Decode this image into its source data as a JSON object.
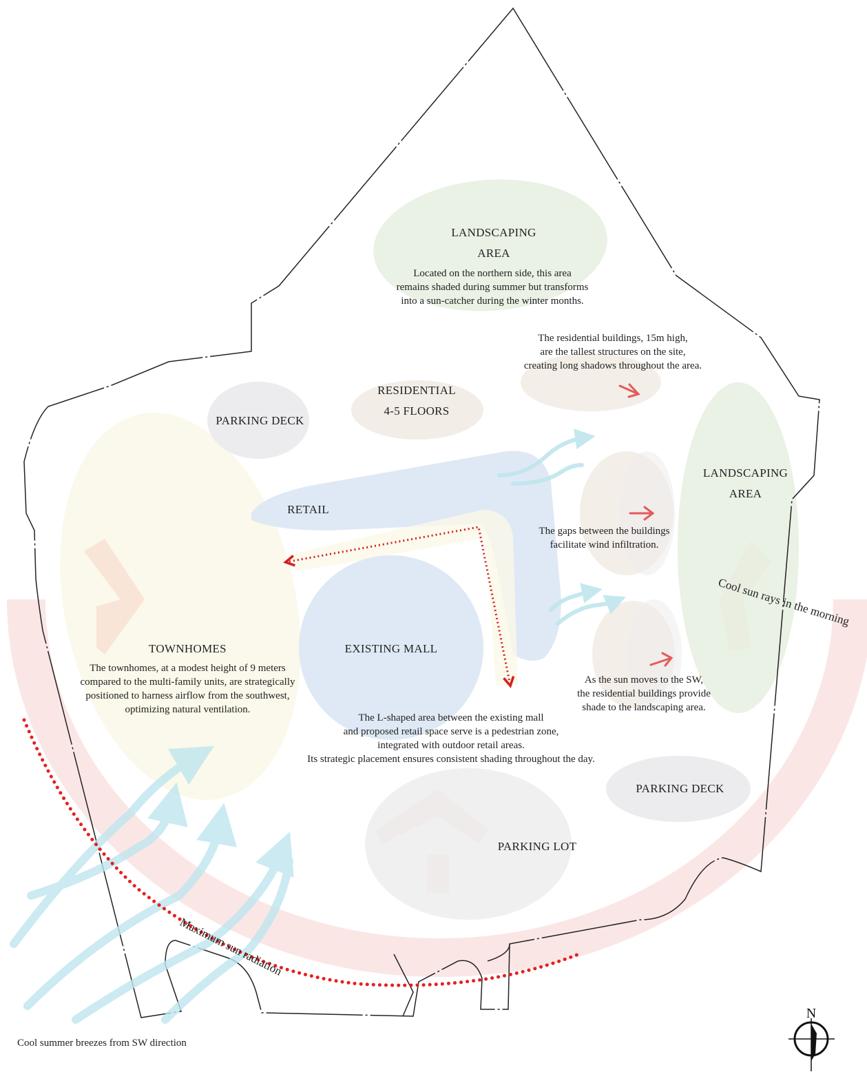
{
  "landscaping_north": {
    "title": [
      "LANDSCAPING",
      "AREA"
    ],
    "description": [
      "Located on the northern side, this area",
      "remains shaded during summer but transforms",
      "into a sun-catcher during the winter months."
    ]
  },
  "residential_note": [
    "The residential buildings, 15m high,",
    "are the tallest structures on the site,",
    "creating long shadows throughout the area."
  ],
  "residential": {
    "title": [
      "RESIDENTIAL",
      "4-5 FLOORS"
    ]
  },
  "parking_deck_nw": {
    "title": "PARKING DECK"
  },
  "landscaping_east": {
    "title": [
      "LANDSCAPING",
      "AREA"
    ]
  },
  "retail": {
    "title": "RETAIL"
  },
  "gaps_note": [
    "The gaps between the buildings",
    "facilitate wind infiltration."
  ],
  "cool_sun_label": "Cool sun rays in the morning",
  "townhomes": {
    "title": "TOWNHOMES",
    "description": [
      "The townhomes, at a modest height of 9 meters",
      "compared to the multi-family units, are strategically",
      "positioned to harness airflow from the southwest,",
      "optimizing natural ventilation."
    ]
  },
  "existing_mall": {
    "title": "EXISTING MALL"
  },
  "sw_sun_note": [
    "As the sun moves to the SW,",
    "the residential buildings provide",
    "shade to the landscaping area."
  ],
  "pedestrian_note": [
    "The L-shaped area between the existing mall",
    "and proposed retail space serve is a pedestrian zone,",
    "integrated with outdoor retail areas.",
    "Its strategic placement ensures consistent shading throughout the day."
  ],
  "parking_deck_se": {
    "title": "PARKING DECK"
  },
  "parking_lot": {
    "title": "PARKING LOT"
  },
  "max_sun_label": "Maximum sun radiation",
  "breeze_label": "Cool summer breezes from SW direction",
  "north_label": "N",
  "colors": {
    "landscape_green": "#e6efe1",
    "residential_peach": "#f2ebe4",
    "parking_grey": "#ececee",
    "retail_blue": "#dde8f4",
    "townhome_yellow": "#fbf8e9",
    "sun_band": "#f9dede",
    "wind_blue": "#bfe6ee",
    "sun_path_red": "#e52020",
    "arrow_red": "#e45a5a"
  }
}
